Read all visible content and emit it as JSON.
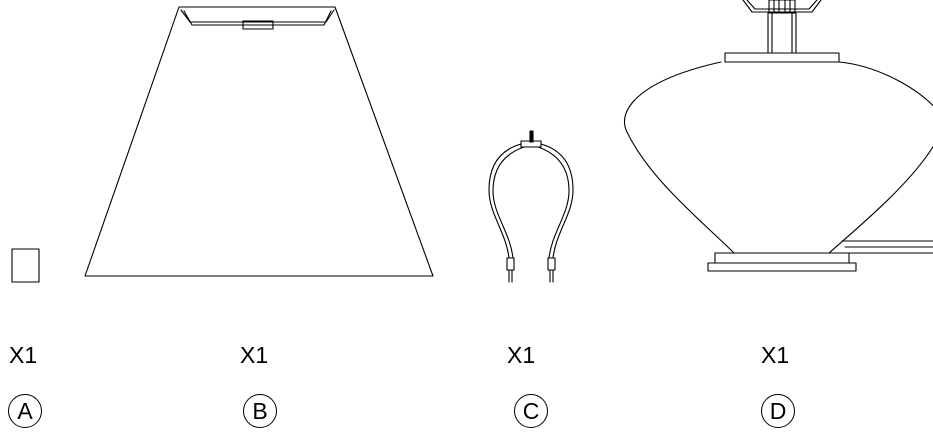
{
  "parts": [
    {
      "id": "A",
      "quantity": "X1",
      "letter": "A"
    },
    {
      "id": "B",
      "quantity": "X1",
      "letter": "B"
    },
    {
      "id": "C",
      "quantity": "X1",
      "letter": "C"
    },
    {
      "id": "D",
      "quantity": "X1",
      "letter": "D"
    }
  ]
}
